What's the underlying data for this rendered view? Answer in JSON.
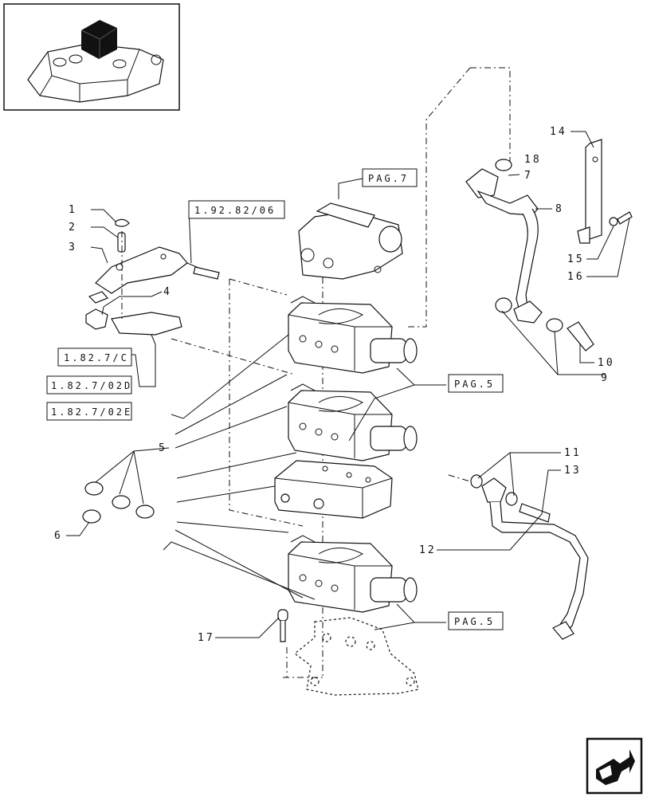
{
  "callouts": {
    "c1": "1",
    "c2": "2",
    "c3": "3",
    "c4": "4",
    "c5": "5",
    "c6": "6",
    "c7": "7",
    "c8": "8",
    "c9": "9",
    "c10": "10",
    "c11": "11",
    "c12": "12",
    "c13": "13",
    "c14": "14",
    "c15": "15",
    "c16": "16",
    "c17": "17",
    "c18": "18"
  },
  "refs": {
    "pag7": "PAG.7",
    "ref_1_92_82_06": "1.92.82/06",
    "ref_1_82_7_C": "1.82.7/C",
    "ref_1_82_7_02D": "1.82.7/02D",
    "ref_1_82_7_02E": "1.82.7/02E",
    "pag5_upper": "PAG.5",
    "pag5_lower": "PAG.5"
  },
  "colors": {
    "ink": "#111111",
    "paper": "#ffffff",
    "thumbnail_block": "#111111"
  },
  "icons": {
    "nav": "arrow-icon"
  }
}
